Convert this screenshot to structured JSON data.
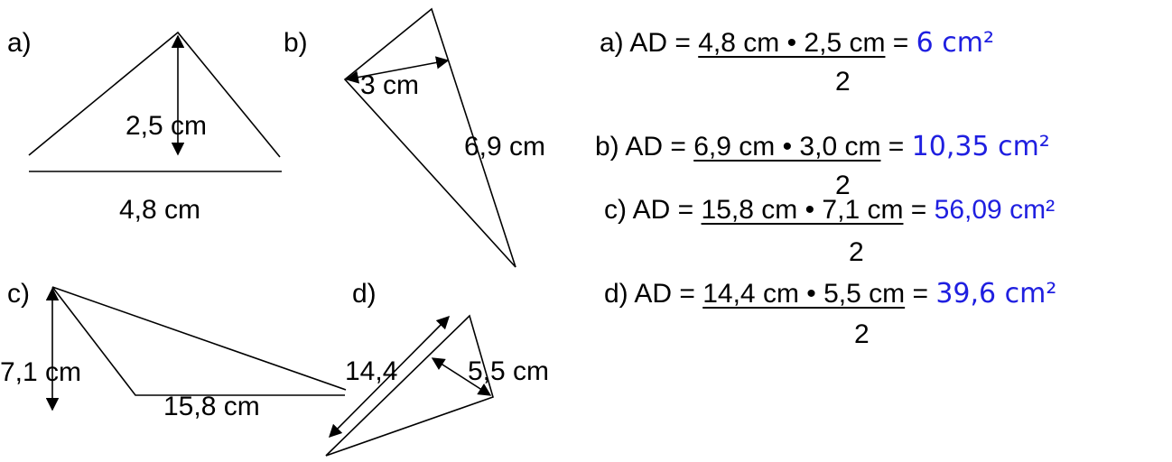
{
  "figures": {
    "a": {
      "tag": "a)",
      "height": "2,5 cm",
      "base": "4,8 cm"
    },
    "b": {
      "tag": "b)",
      "height": "3 cm",
      "base": "6,9 cm"
    },
    "c": {
      "tag": "c)",
      "height": "7,1 cm",
      "base": "15,8 cm"
    },
    "d": {
      "tag": "d)",
      "base": "14,4",
      "height": "5,5 cm"
    }
  },
  "equations": [
    {
      "prefix": "a) AD = ",
      "numerator": "4,8 cm • 2,5 cm",
      "equals": " = ",
      "result": "6 cm²",
      "denominator": "2"
    },
    {
      "prefix": "b) AD = ",
      "numerator": "6,9 cm • 3,0 cm",
      "equals": " = ",
      "result": "10,35 cm²",
      "denominator": "2"
    },
    {
      "prefix": "c) AD = ",
      "numerator": "15,8 cm • 7,1 cm",
      "equals": " = ",
      "result": "56,09 cm²",
      "denominator": "2"
    },
    {
      "prefix": "d) AD = ",
      "numerator": "14,4 cm • 5,5 cm",
      "equals": " = ",
      "result": "39,6 cm²",
      "denominator": "2"
    }
  ],
  "colors": {
    "line": "#000000",
    "result": "#1f1fe0"
  }
}
